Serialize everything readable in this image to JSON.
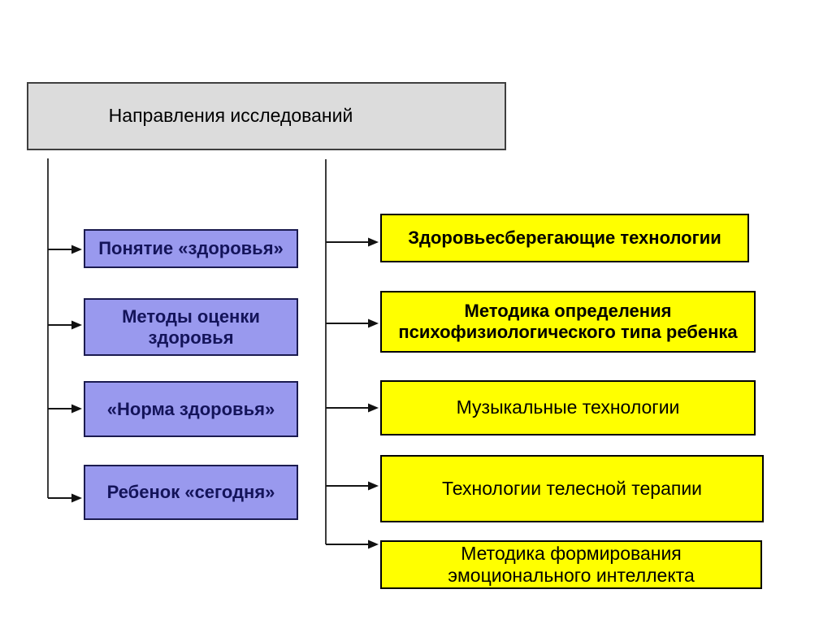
{
  "diagram": {
    "title": "Направления исследований",
    "left_items": [
      {
        "label": "Понятие «здоровья»"
      },
      {
        "label": "Методы оценки\nздоровья"
      },
      {
        "label": "«Норма здоровья»"
      },
      {
        "label": "Ребенок «сегодня»"
      }
    ],
    "right_items": [
      {
        "label": "Здоровьесберегающие технологии"
      },
      {
        "label": "Методика определения\nпсихофизиологического типа ребенка"
      },
      {
        "label": "Музыкальные технологии"
      },
      {
        "label": "Технологии телесной терапии"
      },
      {
        "label": "Методика формирования\nэмоционального интеллекта"
      }
    ],
    "colors": {
      "title_bg": "#dcdcdc",
      "title_border": "#3f3f3f",
      "left_box_bg": "#9999ee",
      "left_box_border": "#1b1b4f",
      "left_box_text": "#14145a",
      "right_box_bg": "#ffff00",
      "right_box_border": "#000000",
      "right_box_text": "#000000",
      "connector": "#3c3c3c"
    }
  }
}
